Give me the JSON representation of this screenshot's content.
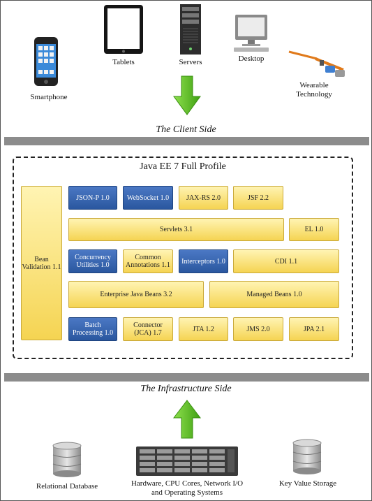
{
  "clients": {
    "smartphone": "Smartphone",
    "tablets": "Tablets",
    "servers": "Servers",
    "desktop": "Desktop",
    "wearable_line1": "Wearable",
    "wearable_line2": "Technology"
  },
  "client_side": "The Client Side",
  "profile_title": "Java EE 7 Full Profile",
  "components": {
    "bean_validation_l1": "Bean",
    "bean_validation_l2": "Validation 1.1",
    "json_p": "JSON-P 1.0",
    "websocket": "WebSocket 1.0",
    "jax_rs": "JAX-RS 2.0",
    "jsf": "JSF 2.2",
    "servlets": "Servlets 3.1",
    "el": "EL 1.0",
    "concurrency_l1": "Concurrency",
    "concurrency_l2": "Utilities 1.0",
    "common_annotations_l1": "Common",
    "common_annotations_l2": "Annotations 1.1",
    "interceptors": "Interceptors 1.0",
    "cdi": "CDI 1.1",
    "ejb": "Enterprise Java Beans 3.2",
    "managed_beans": "Managed Beans 1.0",
    "batch_l1": "Batch",
    "batch_l2": "Processing 1.0",
    "connector_l1": "Connector",
    "connector_l2": "(JCA) 1.7",
    "jta": "JTA 1.2",
    "jms": "JMS 2.0",
    "jpa": "JPA 2.1"
  },
  "infrastructure_side": "The Infrastructure Side",
  "infrastructure": {
    "relational_db": "Relational Database",
    "hardware_l1": "Hardware, CPU Cores, Network I/O",
    "hardware_l2": "and Operating Systems",
    "kv_storage": "Key Value Storage"
  },
  "colors": {
    "yellow_box": "#f5d452",
    "blue_box": "#2a579f",
    "arrow_green": "#5cc21f",
    "bar_gray": "#8c8c8c"
  }
}
